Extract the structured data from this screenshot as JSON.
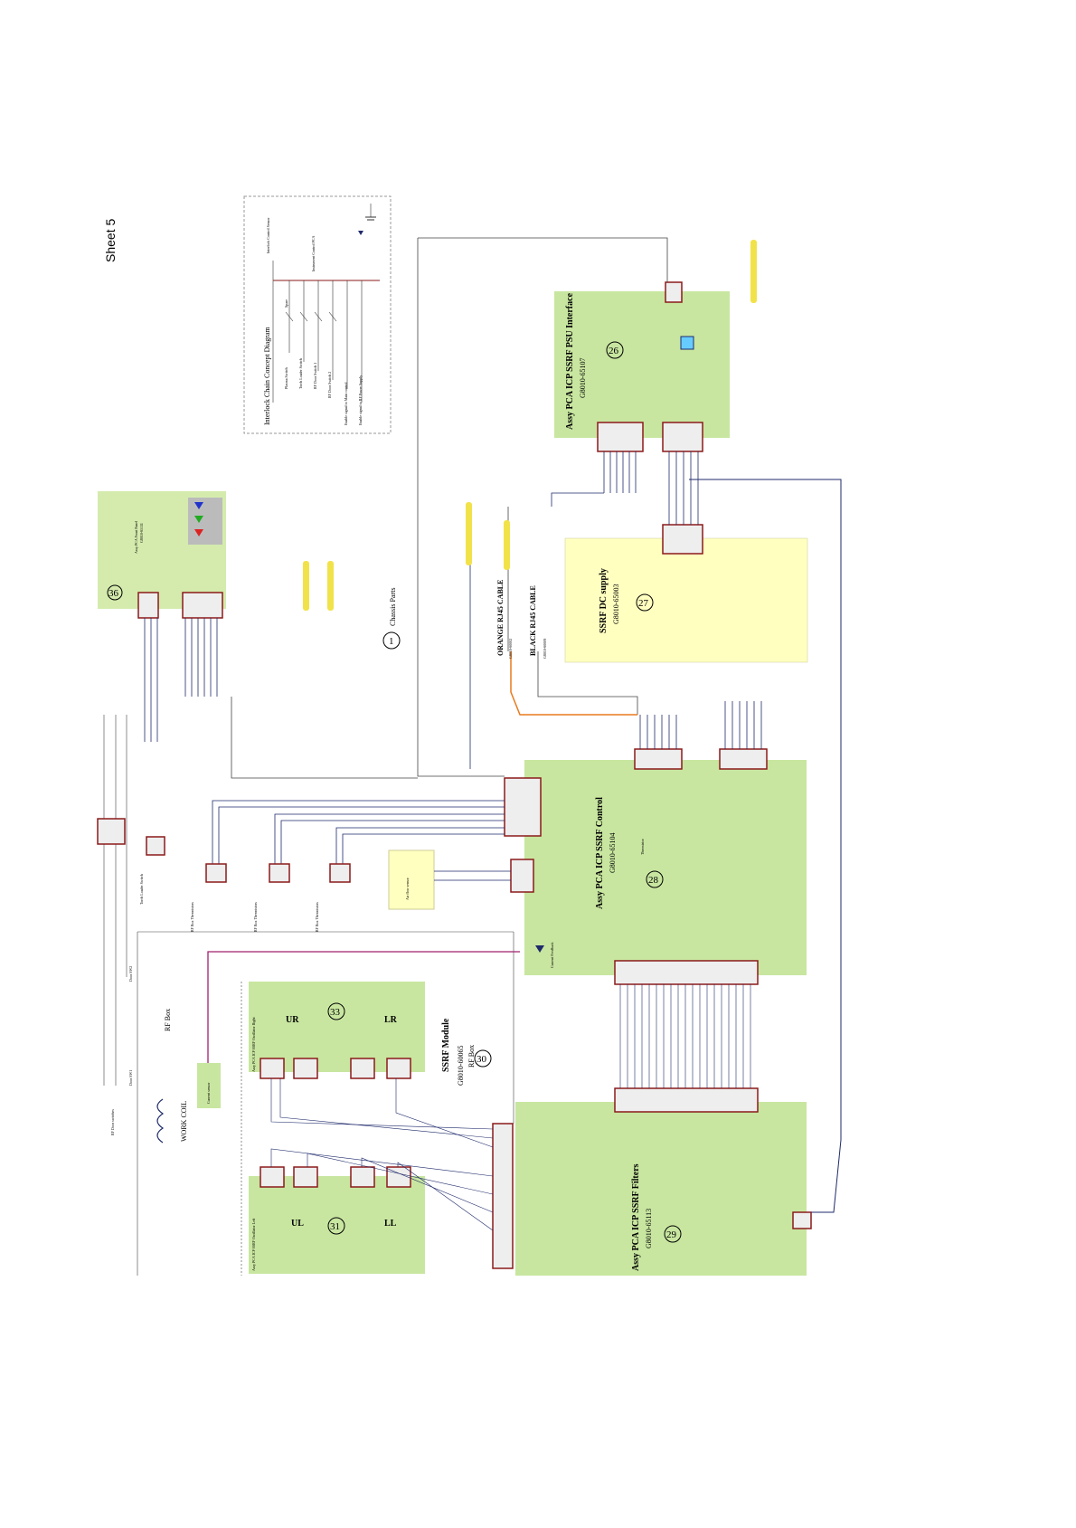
{
  "sheet_label": "Sheet 5",
  "interlock": {
    "title": "Interlock Chain Concept Diagram",
    "items": [
      "Plasma Switch",
      "Torch Loader Switch",
      "RF Door Switch 1",
      "RF Door Switch 2",
      "Enable signal to Main control",
      "Enable signal to RF Power Supply"
    ],
    "notes": [
      "Spare",
      "Instrument Control PCA",
      "Interlock Control Sensor"
    ]
  },
  "boards": [
    {
      "id": "36",
      "title": "Assy PCA Front Panel",
      "part": "G8010-65111",
      "fill": "#d4ebad"
    },
    {
      "id": "26",
      "title": "Assy PCA ICP SSRF PSU Interface",
      "part": "G8010-65107",
      "fill": "#c8e6a0"
    },
    {
      "id": "27",
      "title": "SSRF DC supply",
      "part": "G8010-65003",
      "fill": "#ffffc0"
    },
    {
      "id": "28",
      "title": "Assy PCA ICP SSRF Control",
      "part": "G8010-65104",
      "fill": "#c8e6a0"
    },
    {
      "id": "29",
      "title": "Assy PCA ICP SSRF Filters",
      "part": "G8010-65113",
      "fill": "#c8e6a0"
    },
    {
      "id": "30",
      "title": "SSRF Module",
      "part": "G8010-60065",
      "sub": "RF Box"
    },
    {
      "id": "31",
      "title": "Assy PCA ICP SSRF Oscillator Left",
      "quads": [
        "UL",
        "LL"
      ]
    },
    {
      "id": "33",
      "title": "Assy PCA ICP SSRF Oscillator Right",
      "quads": [
        "UR",
        "LR"
      ]
    },
    {
      "id": "1",
      "title": "Chassis Parts"
    }
  ],
  "cables": {
    "orange": "ORANGE RJ45 CABLE",
    "black": "BLACK RJ45 CABLE",
    "orange_part": "G8010-60002",
    "black_part": "G8010-60009"
  },
  "labels": {
    "work_coil": "WORK COIL",
    "rf_box": "RF Box",
    "rf_door_switches": "RF Door switches",
    "door_sw1": "Door SW1",
    "door_sw2": "Door SW2",
    "torch_loader": "Torch Loader Switch",
    "rf_box_thermistors": "RF Box Thermistors",
    "air_flow_sensor": "Air flow sensor",
    "current_feedback": "Current Feedback",
    "thermistor": "Thermistor",
    "current_sensor": "Current sensor"
  },
  "colors": {
    "board_green": "#c8e6a0",
    "dc_yellow": "#ffffc0",
    "connector": "#8b1a1a",
    "wire_blue": "#1f2a6b",
    "orange_cable": "#e87a1e",
    "magenta_wire": "#a0206e",
    "tag_yellow": "#f2e24a"
  }
}
